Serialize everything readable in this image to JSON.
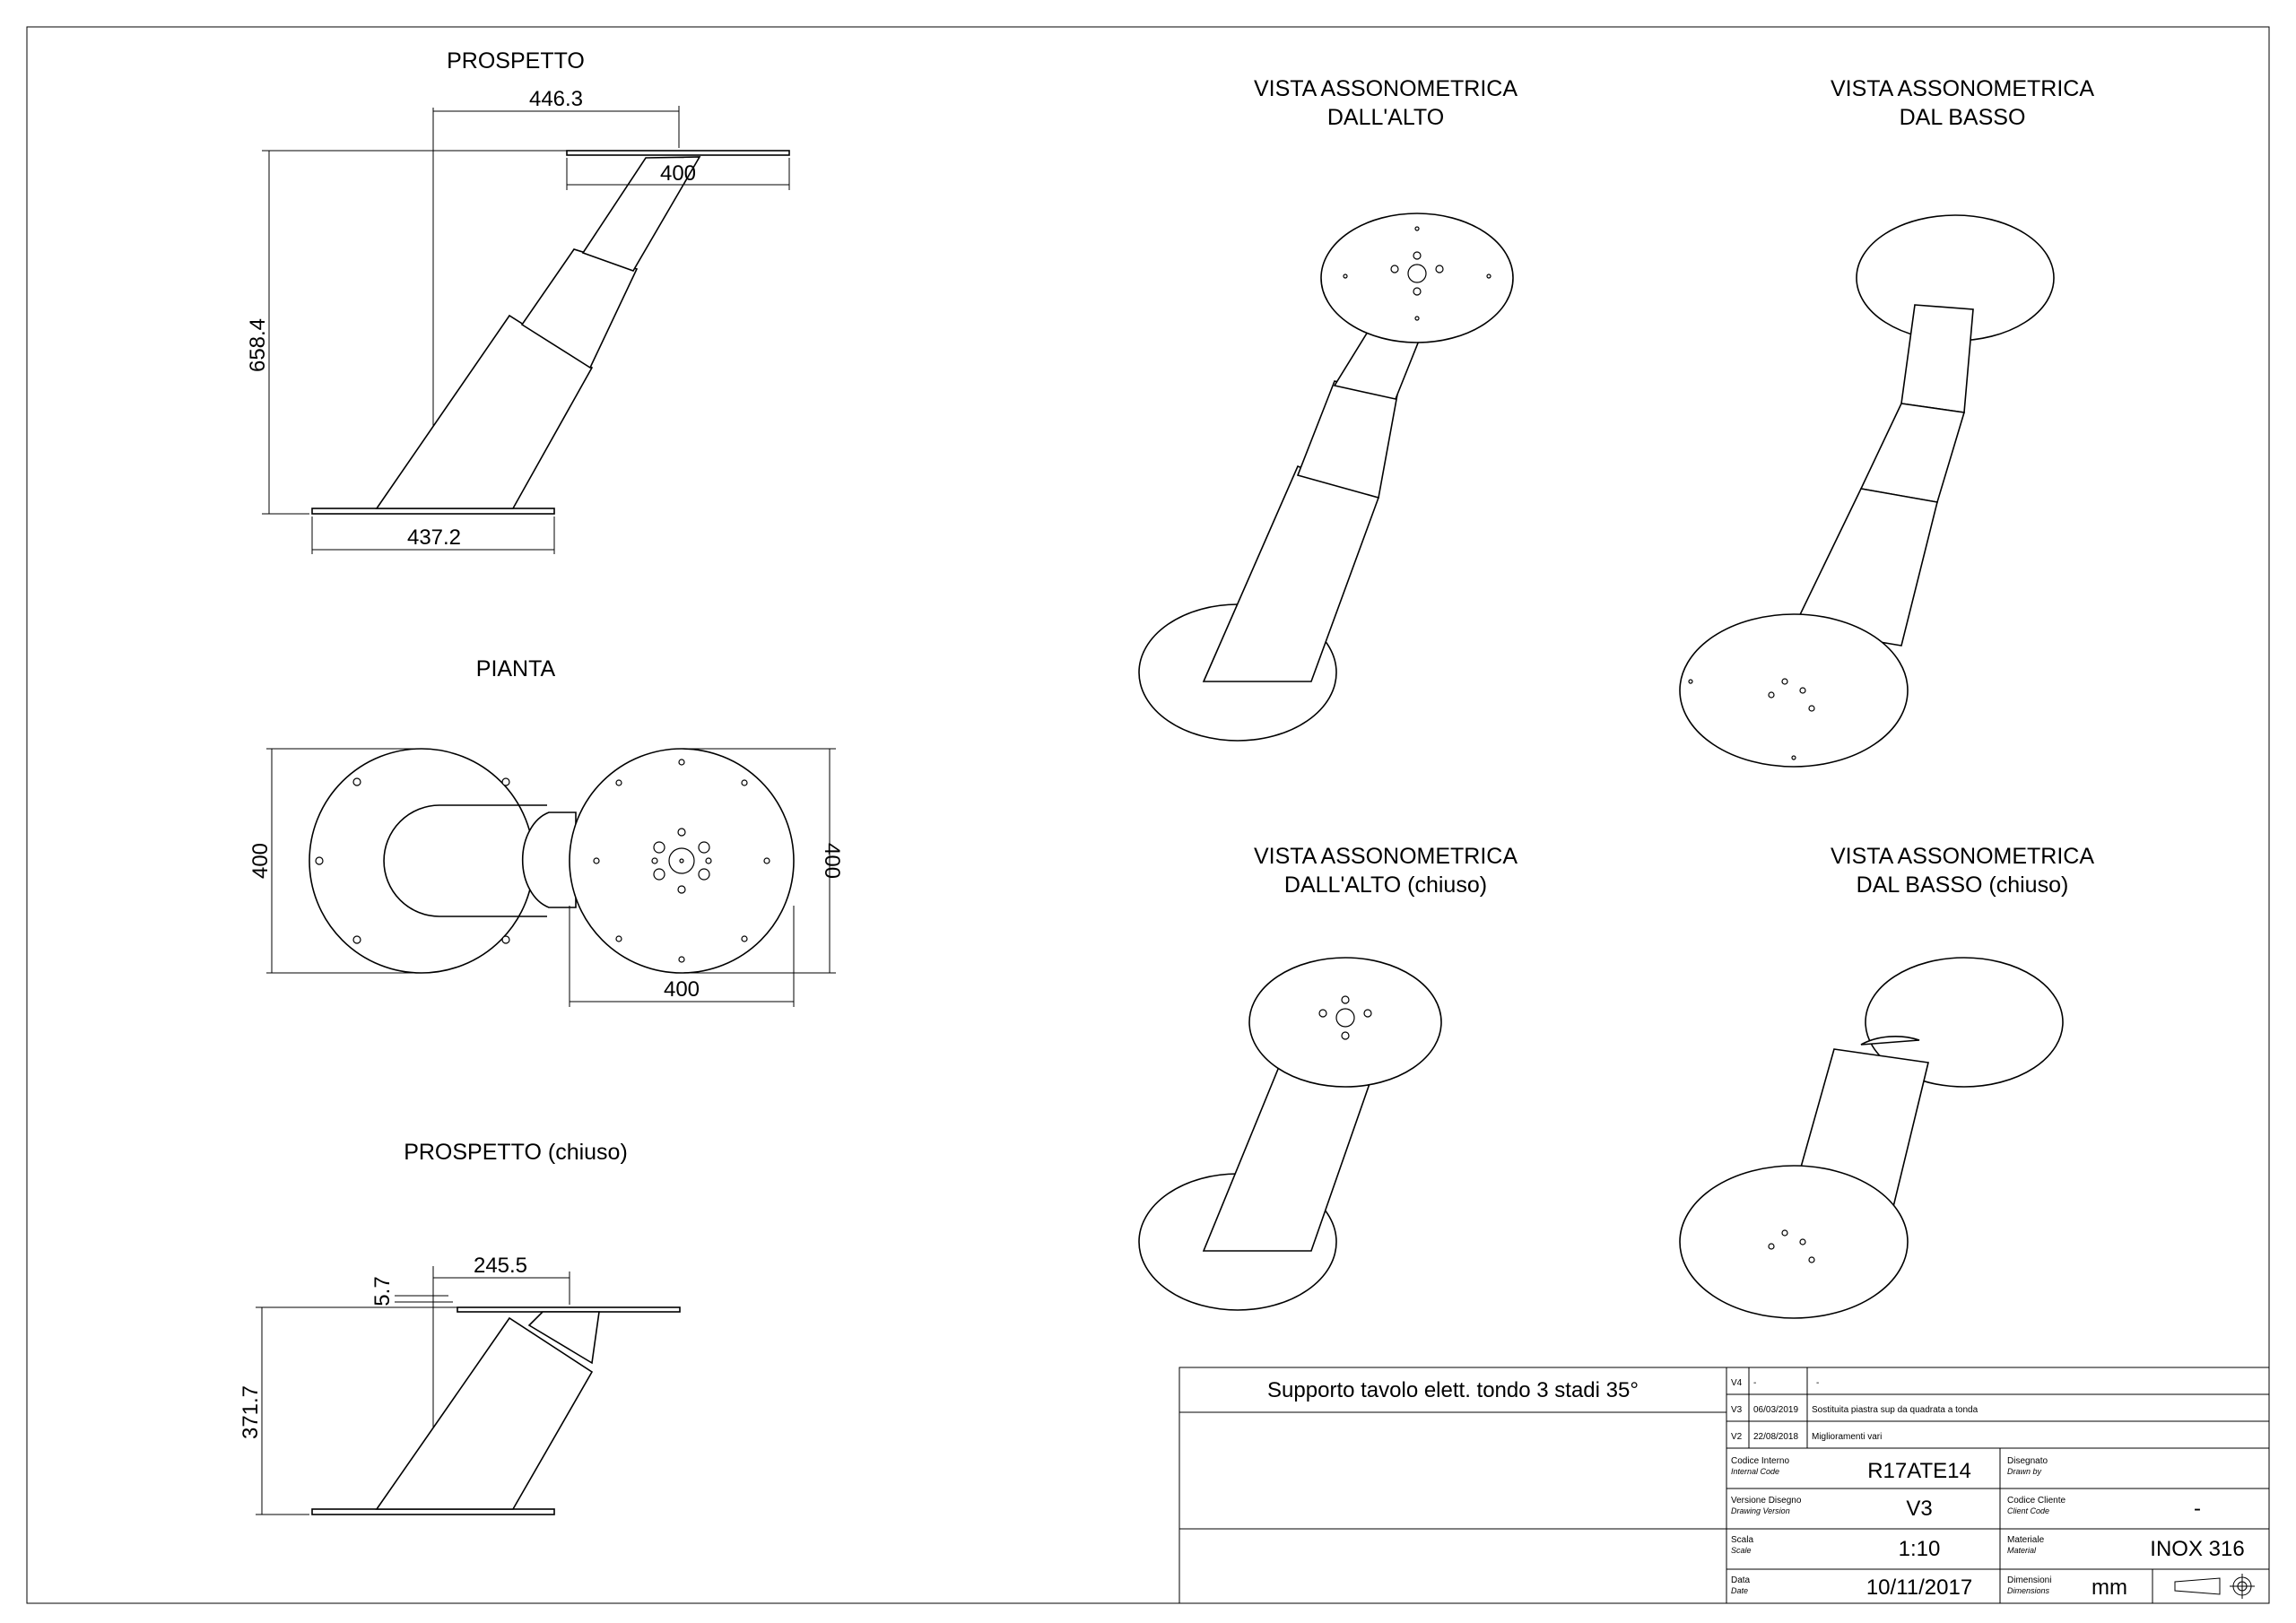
{
  "views": {
    "prospetto": "PROSPETTO",
    "pianta": "PIANTA",
    "prospetto_chiuso": "PROSPETTO (chiuso)",
    "iso_alto_1": "VISTA ASSONOMETRICA",
    "iso_alto_2": "DALL'ALTO",
    "iso_basso_1": "VISTA ASSONOMETRICA",
    "iso_basso_2": "DAL BASSO",
    "iso_alto_chiuso_1": "VISTA ASSONOMETRICA",
    "iso_alto_chiuso_2": "DALL'ALTO (chiuso)",
    "iso_basso_chiuso_1": "VISTA ASSONOMETRICA",
    "iso_basso_chiuso_2": "DAL BASSO (chiuso)"
  },
  "dims": {
    "d_446": "446.3",
    "d_400_top": "400",
    "d_658": "658.4",
    "d_437": "437.2",
    "d_400_left": "400",
    "d_400_right": "400",
    "d_400_bottom": "400",
    "d_245": "245.5",
    "d_5_7": "5.7",
    "d_371": "371.7"
  },
  "title_block": {
    "description": "Supporto tavolo elett. tondo 3 stadi 35°",
    "rev_v4_code": "V4",
    "rev_v4_date": "-",
    "rev_v4_note": "-",
    "rev_v3_code": "V3",
    "rev_v3_date": "06/03/2019",
    "rev_v3_note": "Sostituita piastra sup da quadrata a tonda",
    "rev_v2_code": "V2",
    "rev_v2_date": "22/08/2018",
    "rev_v2_note": "Miglioramenti vari",
    "codice_label": "Codice Interno",
    "codice_label_en": "Internal Code",
    "codice_value": "R17ATE14",
    "disegnato_label": "Disegnato",
    "disegnato_label_en": "Drawn by",
    "versione_label": "Versione Disegno",
    "versione_label_en": "Drawing Version",
    "versione_value": "V3",
    "cliente_label": "Codice Cliente",
    "cliente_label_en": "Client Code",
    "cliente_value": "-",
    "scala_label": "Scala",
    "scala_label_en": "Scale",
    "scala_value": "1:10",
    "materiale_label": "Materiale",
    "materiale_label_en": "Material",
    "materiale_value": "INOX 316",
    "data_label": "Data",
    "data_label_en": "Date",
    "data_value": "10/11/2017",
    "dimensioni_label": "Dimensioni",
    "dimensioni_label_en": "Dimensions",
    "dimensioni_value": "mm"
  }
}
